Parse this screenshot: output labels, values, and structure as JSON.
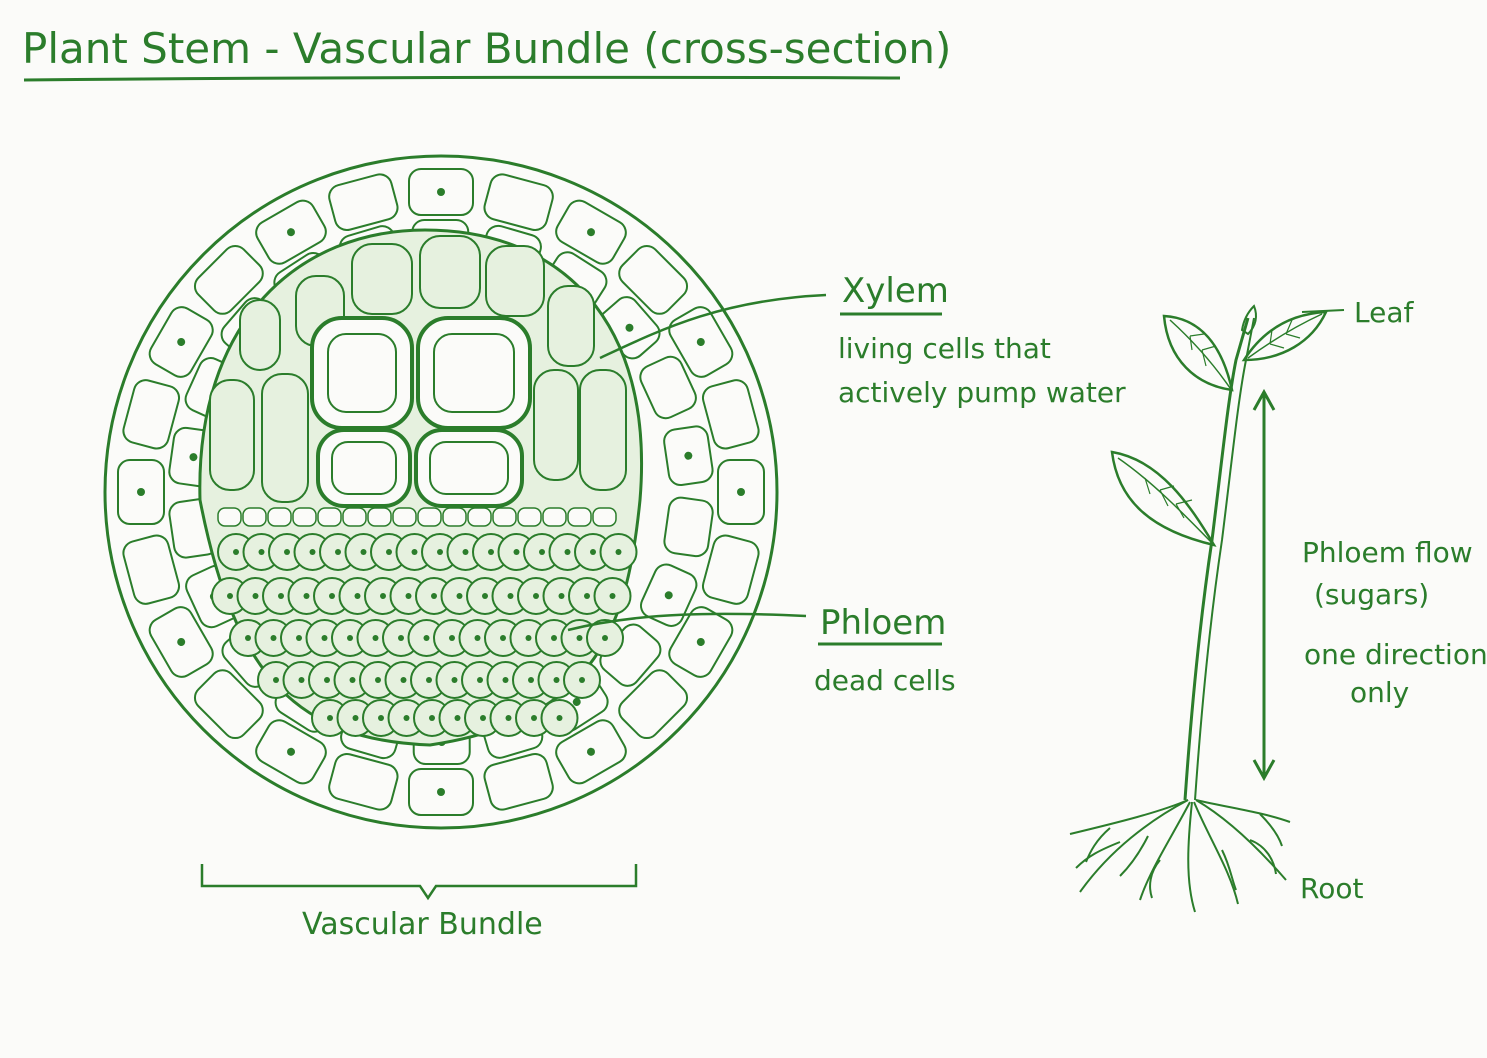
{
  "title": "Plant Stem - Vascular Bundle (cross-section)",
  "labels": {
    "xylem_heading": "Xylem",
    "xylem_desc_line1": "living cells that",
    "xylem_desc_line2": "actively pump water",
    "phloem_heading": "Phloem",
    "phloem_desc": "dead cells",
    "bundle": "Vascular Bundle",
    "leaf": "Leaf",
    "root": "Root",
    "flow_line1": "Phloem flow",
    "flow_line2": "(sugars)",
    "flow_line3": "one direction",
    "flow_line4": "only"
  },
  "colors": {
    "ink": "#2b7d2b",
    "cell_fill": "#e6f1df",
    "background": "#fbfbf9"
  }
}
